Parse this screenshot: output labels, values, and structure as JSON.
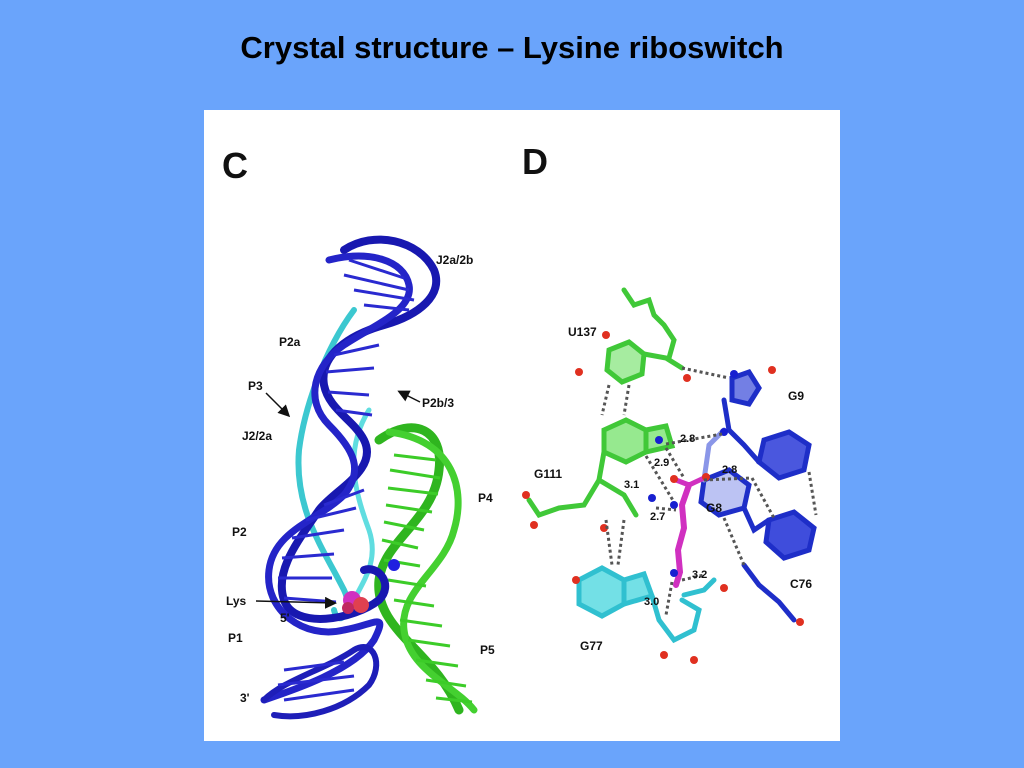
{
  "slide": {
    "title": "Crystal structure – Lysine riboswitch"
  },
  "panel_c": {
    "letter": "C",
    "labels": {
      "j2a2b": "J2a/2b",
      "p2a": "P2a",
      "p3": "P3",
      "p2b3": "P2b/3",
      "j22a": "J2/2a",
      "p4": "P4",
      "p2": "P2",
      "lys": "Lys",
      "five_prime": "5'",
      "p1": "P1",
      "p5": "P5",
      "three_prime": "3'"
    }
  },
  "panel_d": {
    "letter": "D",
    "labels": {
      "u137": "U137",
      "g9": "G9",
      "g111": "G111",
      "g8": "G8",
      "c76": "C76",
      "g77": "G77"
    },
    "distances": {
      "d1": "2.8",
      "d2": "2.9",
      "d3": "2.8",
      "d4": "3.1",
      "d5": "2.7",
      "d6": "3.2",
      "d7": "3.0"
    }
  },
  "colors": {
    "background": "#6aa4fb",
    "rna_blue": "#1a1ab8",
    "rna_cyan": "#3cc8d0",
    "rna_green": "#3ccc28",
    "ligand_magenta": "#d030c0",
    "oxygen_red": "#e03020"
  }
}
